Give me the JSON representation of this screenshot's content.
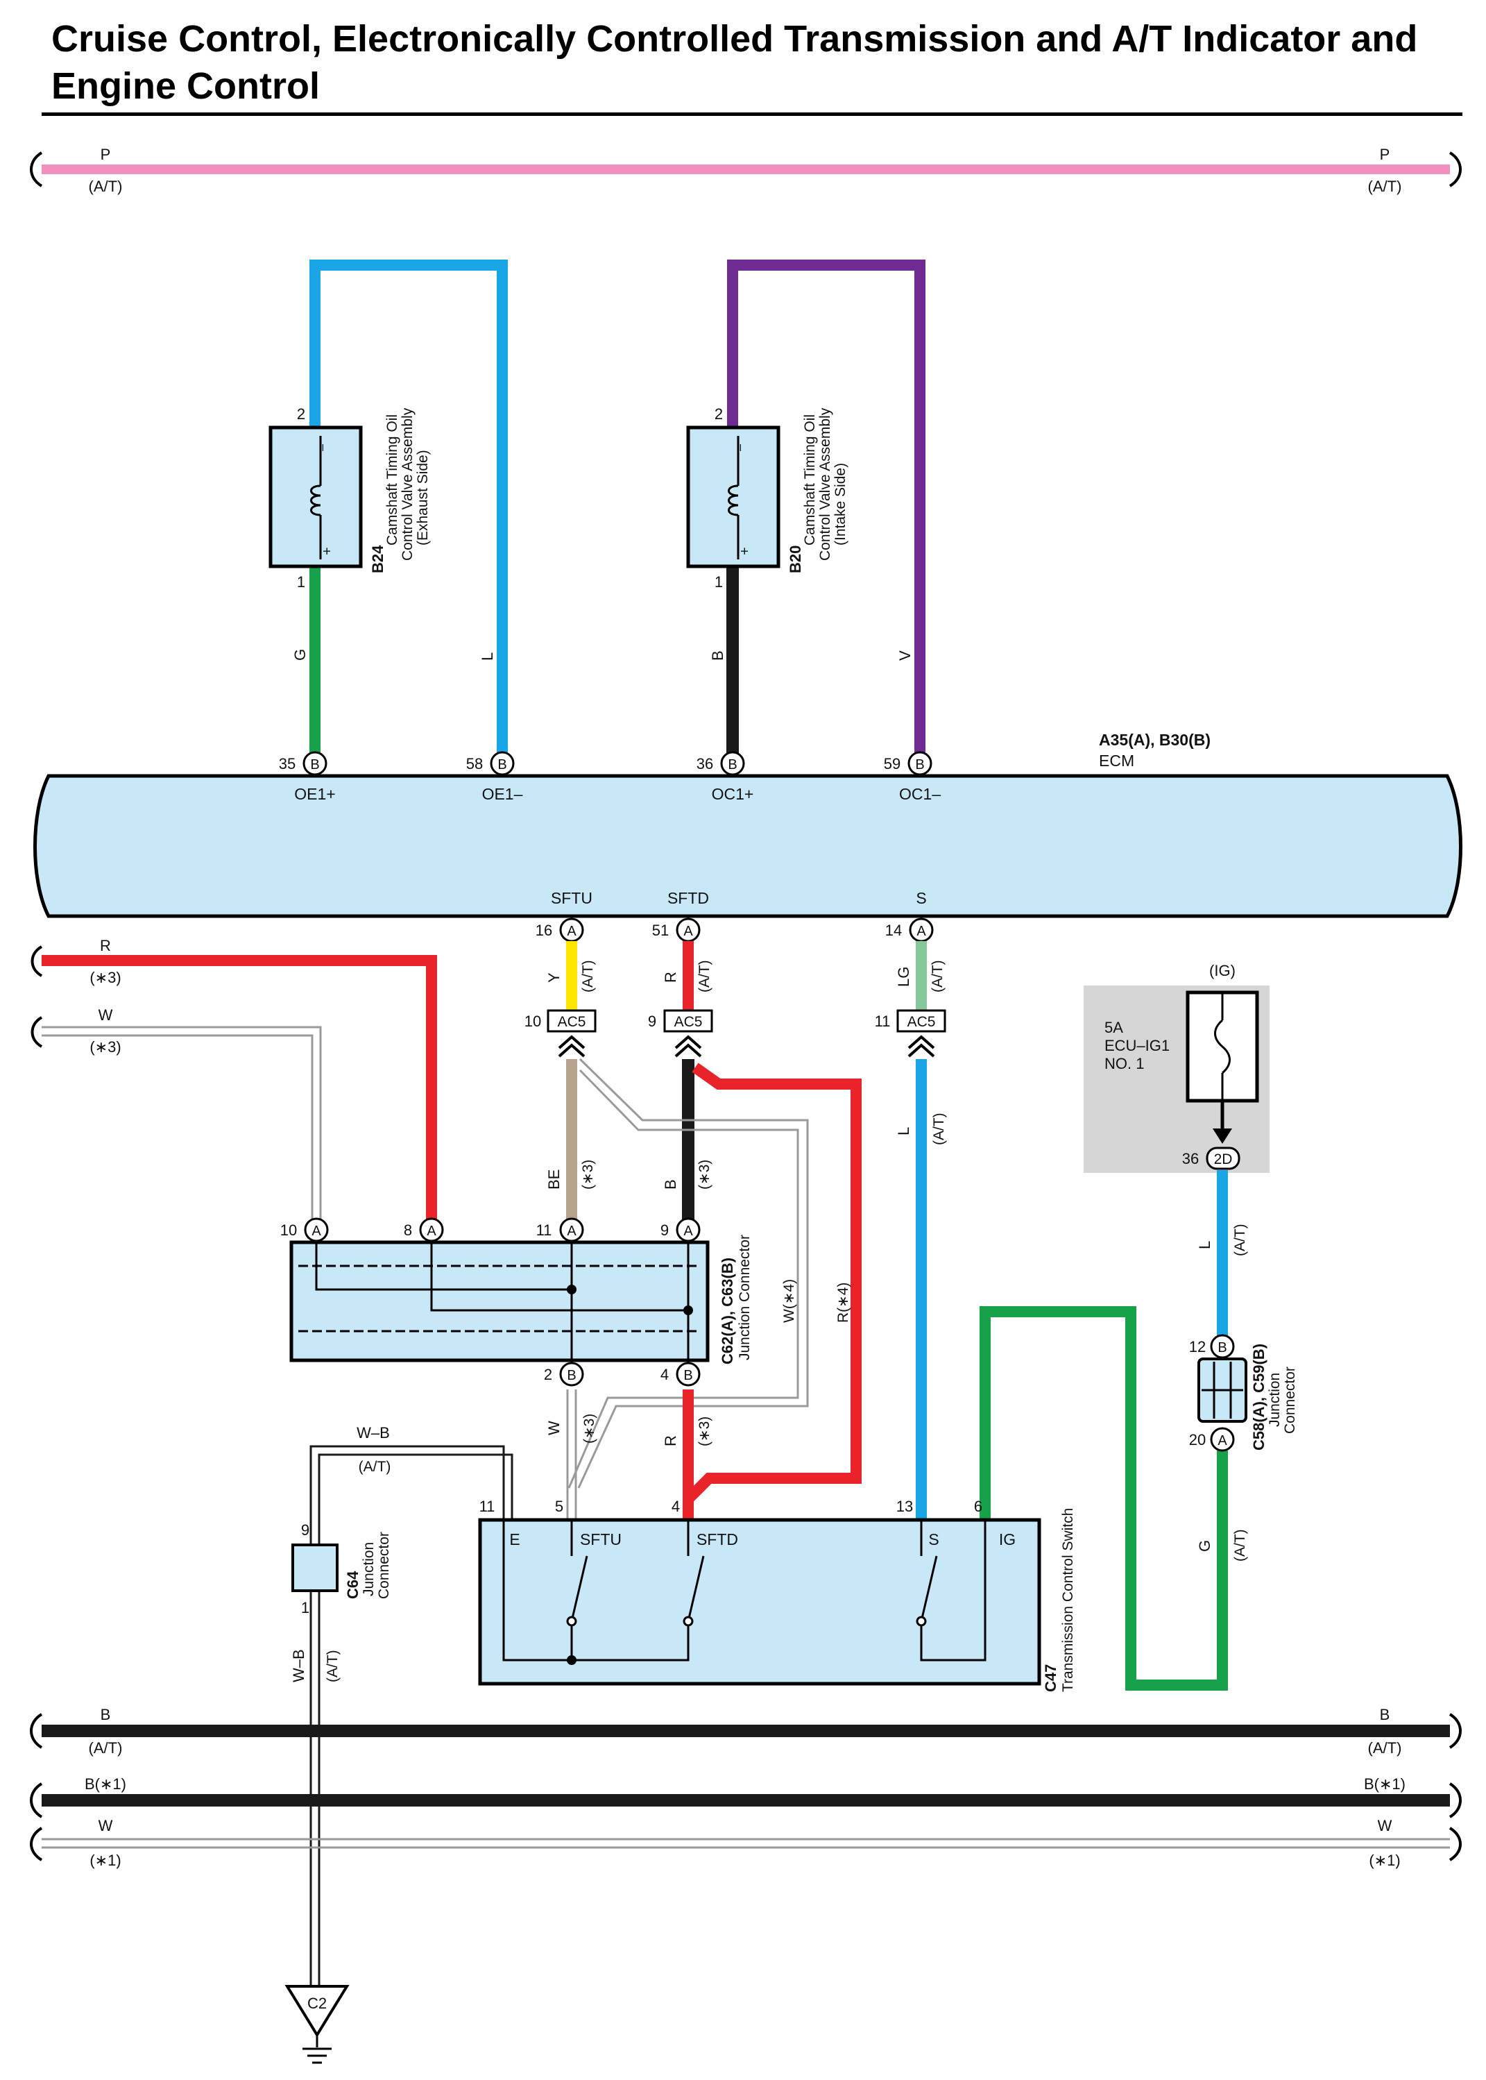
{
  "title": "Cruise Control, Electronically Controlled Transmission and A/T Indicator and Engine Control",
  "colors": {
    "pink": "#f28fbf",
    "light_blue": "#1aa5e6",
    "violet": "#6e2c92",
    "green": "#16a14a",
    "black": "#1a1a1a",
    "red": "#e8232a",
    "yellow": "#ffe600",
    "beige": "#b8a38f",
    "light_green": "#86c79a",
    "gray_white": "#b8b8b8",
    "component_fill": "#c8e8f8",
    "fuse_box": "#d6d6d6"
  },
  "buses": {
    "p": {
      "left": "P",
      "left_sub": "(A/T)",
      "right": "P",
      "right_sub": "(A/T)"
    },
    "r": {
      "label": "R",
      "sub": "(∗3)"
    },
    "w3": {
      "label": "W",
      "sub": "(∗3)"
    },
    "b": {
      "left": "B",
      "left_sub": "(A/T)",
      "right": "B",
      "right_sub": "(A/T)"
    },
    "b1": {
      "left": "B(∗1)",
      "right": "B(∗1)"
    },
    "w1": {
      "left": "W",
      "left_sub": "(∗1)",
      "right": "W",
      "right_sub": "(∗1)"
    }
  },
  "b24": {
    "code": "B24",
    "name_lines": [
      "Camshaft Timing Oil",
      "Control Valve Assembly",
      "(Exhaust Side)"
    ],
    "pin_top": "2",
    "pin_bottom": "1",
    "minus": "–",
    "plus": "+",
    "wire_bottom": "G",
    "wire_right": "L"
  },
  "b20": {
    "code": "B20",
    "name_lines": [
      "Camshaft Timing Oil",
      "Control Valve Assembly",
      "(Intake Side)"
    ],
    "pin_top": "2",
    "pin_bottom": "1",
    "minus": "–",
    "plus": "+",
    "wire_bottom": "B",
    "wire_right": "V"
  },
  "ecm": {
    "code": "A35(A), B30(B)",
    "name": "ECM",
    "top_pins": [
      {
        "num": "35",
        "conn": "B",
        "signal": "OE1+"
      },
      {
        "num": "58",
        "conn": "B",
        "signal": "OE1–"
      },
      {
        "num": "36",
        "conn": "B",
        "signal": "OC1+"
      },
      {
        "num": "59",
        "conn": "B",
        "signal": "OC1–"
      }
    ],
    "bottom_pins": [
      {
        "num": "16",
        "conn": "A",
        "signal": "SFTU",
        "wire": "Y",
        "sub": "(A/T)"
      },
      {
        "num": "51",
        "conn": "A",
        "signal": "SFTD",
        "wire": "R",
        "sub": "(A/T)"
      },
      {
        "num": "14",
        "conn": "A",
        "signal": "S",
        "wire": "LG",
        "sub": "(A/T)"
      }
    ]
  },
  "ac5": [
    {
      "num": "10",
      "label": "AC5"
    },
    {
      "num": "9",
      "label": "AC5"
    },
    {
      "num": "11",
      "label": "AC5"
    }
  ],
  "mid_wires": {
    "be": "BE",
    "be_sub": "(∗3)",
    "b": "B",
    "b_sub": "(∗3)",
    "w4": "W(∗4)",
    "r4": "R(∗4)",
    "l": "L",
    "l_sub": "(A/T)",
    "w_low": "W",
    "w_low_sub": "(∗3)",
    "r_low": "R",
    "r_low_sub": "(∗3)"
  },
  "junction_c62": {
    "code": "C62(A), C63(B)",
    "name": "Junction Connector",
    "top_pins": [
      {
        "num": "10",
        "conn": "A"
      },
      {
        "num": "8",
        "conn": "A"
      },
      {
        "num": "11",
        "conn": "A"
      },
      {
        "num": "9",
        "conn": "A"
      }
    ],
    "bottom_pins": [
      {
        "num": "2",
        "conn": "B"
      },
      {
        "num": "4",
        "conn": "B"
      }
    ]
  },
  "fuse": {
    "tag": "(IG)",
    "rating": "5A",
    "name_lines": [
      "ECU–IG1",
      "NO. 1"
    ],
    "pin": "36",
    "conn": "2D",
    "wire": "L",
    "wire_sub": "(A/T)"
  },
  "junction_c58": {
    "code": "C58(A), C59(B)",
    "name_lines": [
      "Junction",
      "Connector"
    ],
    "pin_top": "12",
    "conn_top": "B",
    "pin_bottom": "20",
    "conn_bottom": "A",
    "wire": "G",
    "wire_sub": "(A/T)"
  },
  "c64": {
    "code": "C64",
    "name_lines": [
      "Junction",
      "Connector"
    ],
    "pin_top": "9",
    "pin_bottom": "1",
    "wire_top": "W–B",
    "wire_top_sub": "(A/T)",
    "wire_bottom": "W–B",
    "wire_bottom_sub": "(A/T)"
  },
  "c47": {
    "code": "C47",
    "name": "Transmission Control Switch",
    "pins": [
      {
        "num": "11",
        "signal": "E"
      },
      {
        "num": "5",
        "signal": "SFTU"
      },
      {
        "num": "4",
        "signal": "SFTD"
      },
      {
        "num": "13",
        "signal": "S"
      },
      {
        "num": "6",
        "signal": "IG"
      }
    ]
  },
  "ground": {
    "label": "C2"
  }
}
